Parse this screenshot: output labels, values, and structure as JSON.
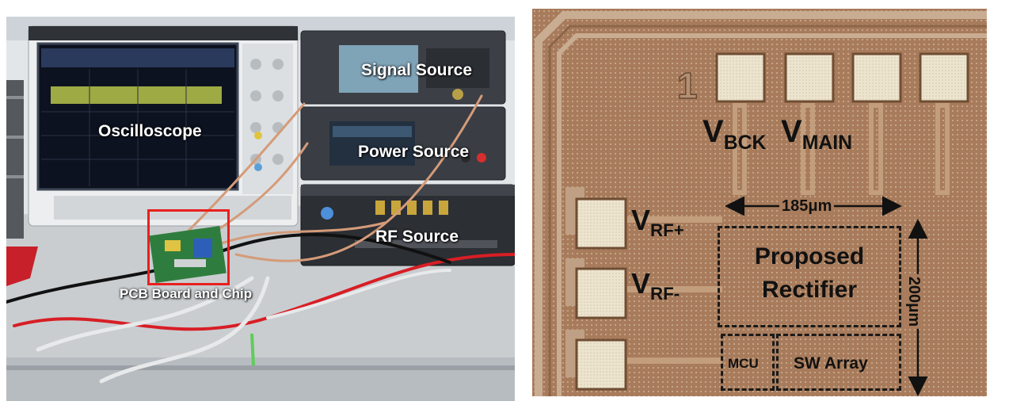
{
  "left_photo": {
    "labels": {
      "oscilloscope": "Oscilloscope",
      "signal_source": "Signal Source",
      "power_source": "Power Source",
      "rf_source": "RF Source",
      "pcb": "PCB Board and Chip"
    },
    "highlight_color": "#e8201e"
  },
  "right_photo": {
    "pin_number": "1",
    "v_bck": {
      "main": "V",
      "sub": "BCK"
    },
    "v_main": {
      "main": "V",
      "sub": "MAIN"
    },
    "v_rf_plus": {
      "main": "V",
      "sub": "RF+"
    },
    "v_rf_minus": {
      "main": "V",
      "sub": "RF-"
    },
    "width_dim": "185μm",
    "height_dim": "200μm",
    "rectifier_line1": "Proposed",
    "rectifier_line2": "Rectifier",
    "mcu": "MCU",
    "sw_array": "SW Array"
  }
}
